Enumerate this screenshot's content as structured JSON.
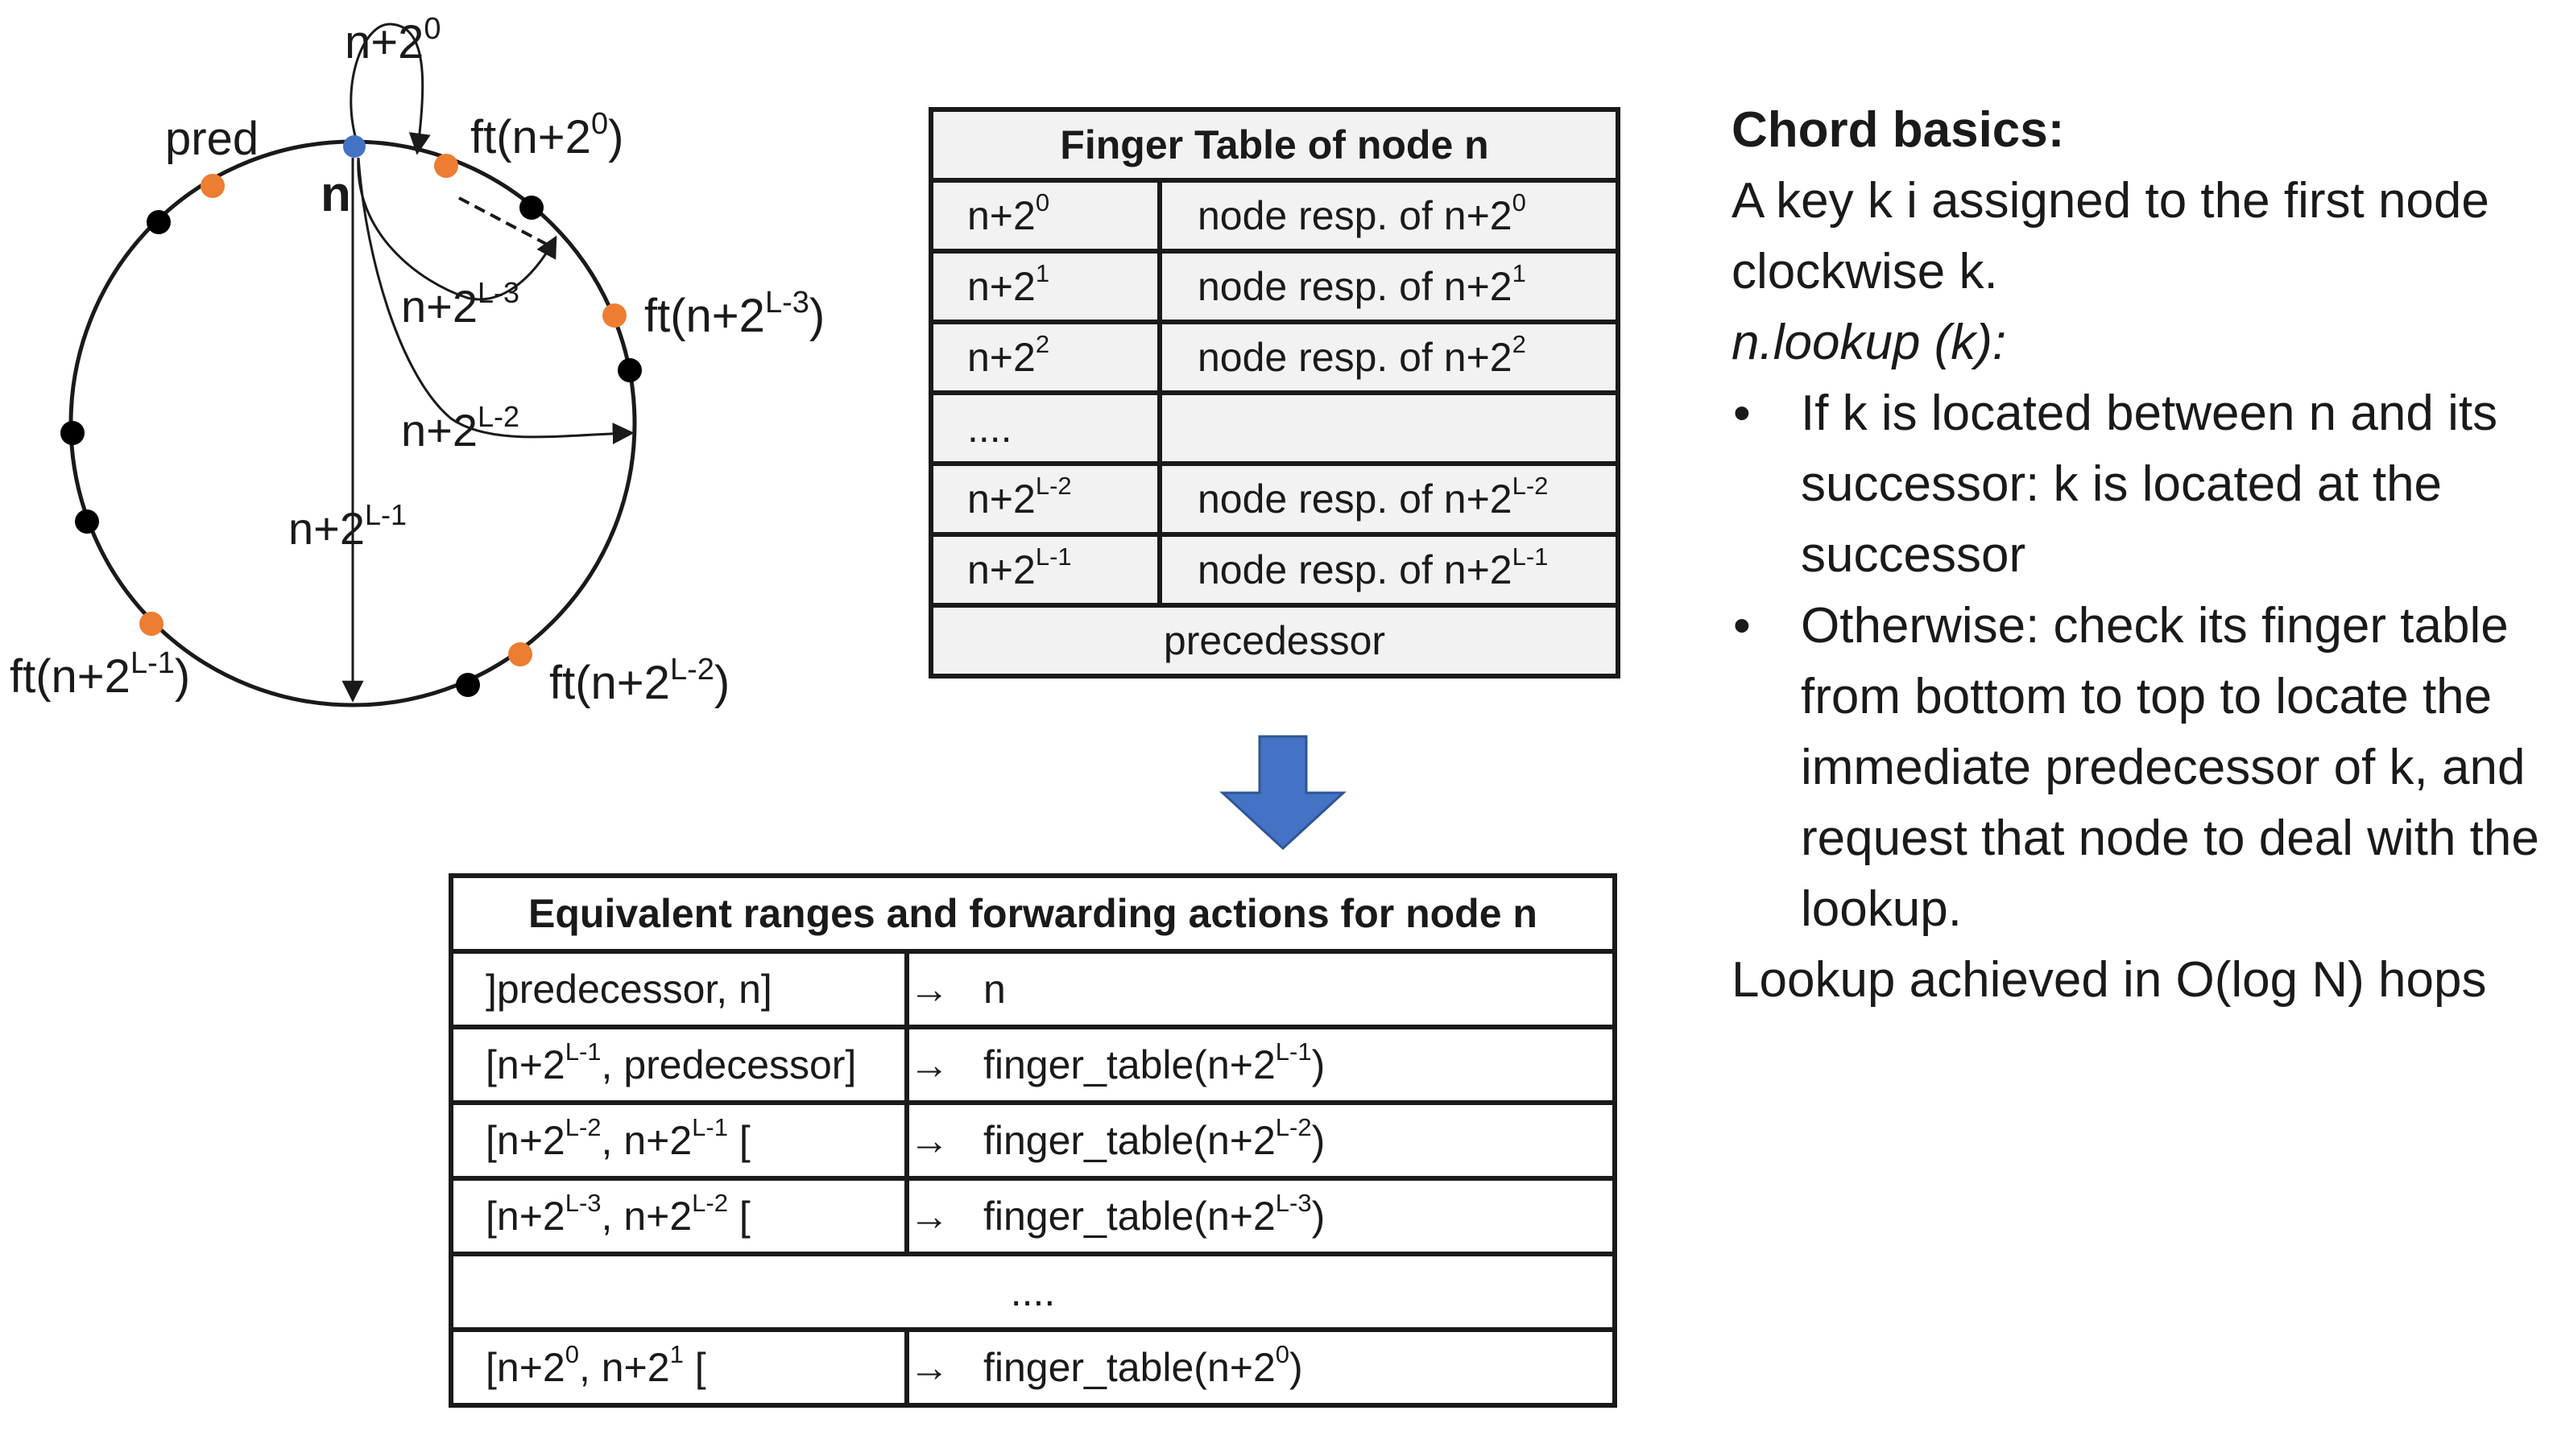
{
  "ring": {
    "node": "n",
    "pred": "pred",
    "self_label": "n+2",
    "self_sup": "0",
    "ft0": "ft(n+2",
    "ft0_sup": "0",
    "ftL3": "ft(n+2",
    "ftL3_sup": "L-3",
    "ftL2": "ft(n+2",
    "ftL2_sup": "L-2",
    "ftL1": "ft(n+2",
    "ftL1_sup": "L-1",
    "close": ")",
    "arc_L3": "n+2",
    "arc_L3_sup": "L-3",
    "arc_L2": "n+2",
    "arc_L2_sup": "L-2",
    "arc_L1": "n+2",
    "arc_L1_sup": "L-1",
    "colors": {
      "node": "#4472c4",
      "peer": "#000000",
      "finger": "#ed7d31"
    }
  },
  "finger_table": {
    "title": "Finger Table of node n",
    "rows": [
      {
        "key": "n+2",
        "key_sup": "0",
        "val": "node resp. of n+2",
        "val_sup": "0"
      },
      {
        "key": "n+2",
        "key_sup": "1",
        "val": "node resp. of n+2",
        "val_sup": "1"
      },
      {
        "key": "n+2",
        "key_sup": "2",
        "val": "node resp. of n+2",
        "val_sup": "2"
      },
      {
        "key": "....",
        "key_sup": "",
        "val": "",
        "val_sup": ""
      },
      {
        "key": "n+2",
        "key_sup": "L-2",
        "val": "node resp. of n+2",
        "val_sup": "L-2"
      },
      {
        "key": "n+2",
        "key_sup": "L-1",
        "val": "node resp. of n+2",
        "val_sup": "L-1"
      }
    ],
    "footer": "precedessor"
  },
  "down_arrow_color": "#4472c4",
  "eq_table": {
    "title": "Equivalent ranges and forwarding actions for node n",
    "arrow": "→",
    "r1_range": "]predecessor,  n]",
    "r1_action": "n",
    "r2_range_a": "[n+2",
    "r2_range_sup": "L-1",
    "r2_range_b": ", predecessor]",
    "r2_action": "finger_table(n+2",
    "r2_action_sup": "L-1",
    "r3_range_a": "[n+2",
    "r3_range_sup1": "L-2",
    "r3_range_b": ", n+2",
    "r3_range_sup2": "L-1",
    "r3_range_c": " [",
    "r3_action": "finger_table(n+2",
    "r3_action_sup": "L-2",
    "r4_range_a": "[n+2",
    "r4_range_sup1": "L-3",
    "r4_range_b": ", n+2",
    "r4_range_sup2": "L-2",
    "r4_range_c": " [",
    "r4_action": "finger_table(n+2",
    "r4_action_sup": "L-3",
    "r5": "....",
    "r6_range_a": "[n+2",
    "r6_range_sup1": "0",
    "r6_range_b": ", n+2",
    "r6_range_sup2": "1",
    "r6_range_c": " [",
    "r6_action": "finger_table(n+2",
    "r6_action_sup": "0",
    "close": ")"
  },
  "panel": {
    "title": "Chord basics:",
    "line1": "A key k i assigned to the first node",
    "line2": "clockwise k.",
    "lookup": "n.lookup (k):",
    "bullet1": "If k is located between n and its successor: k is located at the successor",
    "bullet2": "Otherwise: check its finger table from bottom to top to locate the immediate predecessor of k, and request that node to deal with the lookup.",
    "footer": "Lookup achieved in O(log N) hops"
  }
}
